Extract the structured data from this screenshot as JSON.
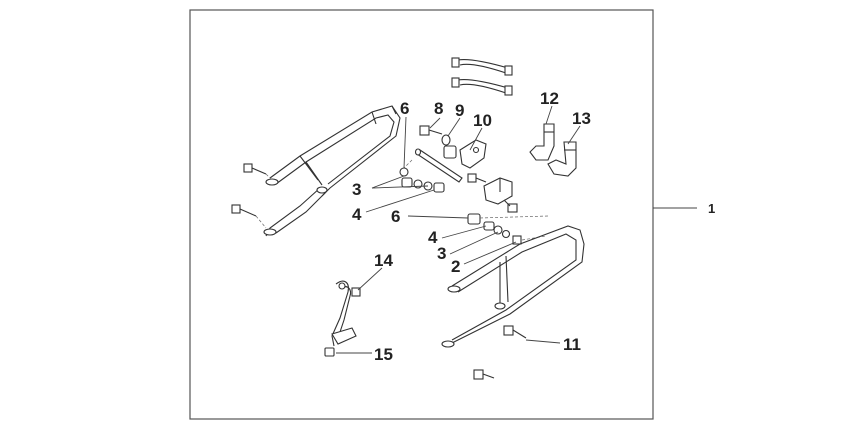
{
  "callouts": {
    "c1": "1",
    "c2": "2",
    "c3a": "3",
    "c3b": "3",
    "c4a": "4",
    "c4b": "4",
    "c6a": "6",
    "c6b": "6",
    "c8": "8",
    "c9": "9",
    "c10": "10",
    "c11": "11",
    "c12": "12",
    "c13": "13",
    "c14": "14",
    "c15": "15"
  },
  "colors": {
    "line": "#333333",
    "frame": "#555555",
    "background": "#ffffff"
  }
}
